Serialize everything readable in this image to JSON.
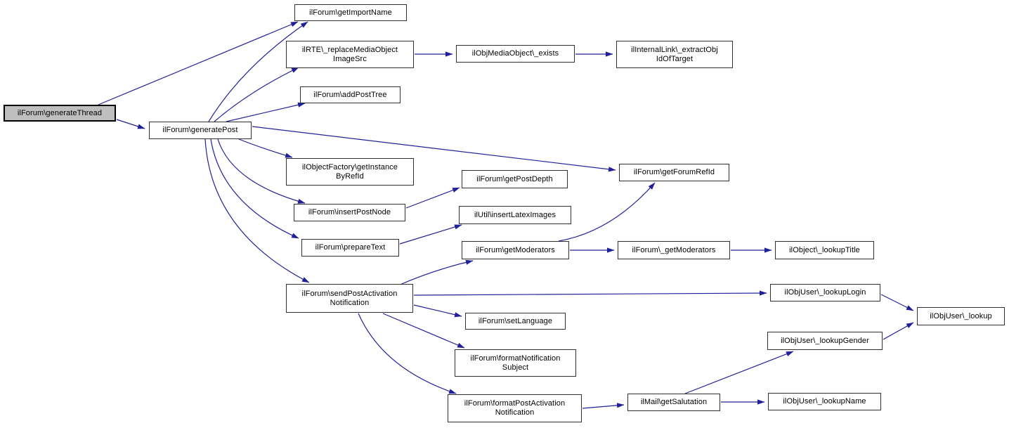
{
  "diagram": {
    "type": "call-graph",
    "highlighted_node": "ilForum\\generateThread",
    "colors": {
      "edge": "#20209a",
      "node_bg": "#ffffff",
      "node_border": "#303030",
      "highlight_bg": "#bfbfbf",
      "highlight_border": "#000000",
      "text": "#000000",
      "background": "#ffffff"
    },
    "nodes": [
      {
        "id": "generateThread",
        "label": "ilForum\\generateThread",
        "highlighted": true
      },
      {
        "id": "getImportName",
        "label": "ilForum\\getImportName",
        "highlighted": false
      },
      {
        "id": "replaceMediaObjectImageSrc",
        "label": "ilRTE\\_replaceMediaObject\nImageSrc",
        "highlighted": false
      },
      {
        "id": "mediaObjectExists",
        "label": "ilObjMediaObject\\_exists",
        "highlighted": false
      },
      {
        "id": "extractObjIdOfTarget",
        "label": "ilInternalLink\\_extractObj\nIdOfTarget",
        "highlighted": false
      },
      {
        "id": "addPostTree",
        "label": "ilForum\\addPostTree",
        "highlighted": false
      },
      {
        "id": "generatePost",
        "label": "ilForum\\generatePost",
        "highlighted": false
      },
      {
        "id": "getInstanceByRefId",
        "label": "ilObjectFactory\\getInstance\nByRefId",
        "highlighted": false
      },
      {
        "id": "getPostDepth",
        "label": "ilForum\\getPostDepth",
        "highlighted": false
      },
      {
        "id": "getForumRefId",
        "label": "ilForum\\getForumRefId",
        "highlighted": false
      },
      {
        "id": "insertPostNode",
        "label": "ilForum\\insertPostNode",
        "highlighted": false
      },
      {
        "id": "insertLatexImages",
        "label": "ilUtil\\insertLatexImages",
        "highlighted": false
      },
      {
        "id": "prepareText",
        "label": "ilForum\\prepareText",
        "highlighted": false
      },
      {
        "id": "getModerators",
        "label": "ilForum\\getModerators",
        "highlighted": false
      },
      {
        "id": "getModeratorsStatic",
        "label": "ilForum\\_getModerators",
        "highlighted": false
      },
      {
        "id": "lookupTitle",
        "label": "ilObject\\_lookupTitle",
        "highlighted": false
      },
      {
        "id": "sendPostActivationNotification",
        "label": "ilForum\\sendPostActivation\nNotification",
        "highlighted": false
      },
      {
        "id": "lookupLogin",
        "label": "ilObjUser\\_lookupLogin",
        "highlighted": false
      },
      {
        "id": "lookup",
        "label": "ilObjUser\\_lookup",
        "highlighted": false
      },
      {
        "id": "setLanguage",
        "label": "ilForum\\setLanguage",
        "highlighted": false
      },
      {
        "id": "formatNotificationSubject",
        "label": "ilForum\\formatNotification\nSubject",
        "highlighted": false
      },
      {
        "id": "lookupGender",
        "label": "ilObjUser\\_lookupGender",
        "highlighted": false
      },
      {
        "id": "formatPostActivationNotification",
        "label": "ilForum\\formatPostActivation\nNotification",
        "highlighted": false
      },
      {
        "id": "getSalutation",
        "label": "ilMail\\getSalutation",
        "highlighted": false
      },
      {
        "id": "lookupName",
        "label": "ilObjUser\\_lookupName",
        "highlighted": false
      }
    ],
    "edges": [
      {
        "from": "generateThread",
        "to": "getImportName"
      },
      {
        "from": "generateThread",
        "to": "generatePost"
      },
      {
        "from": "generatePost",
        "to": "getImportName"
      },
      {
        "from": "generatePost",
        "to": "replaceMediaObjectImageSrc"
      },
      {
        "from": "generatePost",
        "to": "addPostTree"
      },
      {
        "from": "generatePost",
        "to": "getForumRefId"
      },
      {
        "from": "generatePost",
        "to": "getInstanceByRefId"
      },
      {
        "from": "generatePost",
        "to": "insertPostNode"
      },
      {
        "from": "generatePost",
        "to": "prepareText"
      },
      {
        "from": "generatePost",
        "to": "sendPostActivationNotification"
      },
      {
        "from": "replaceMediaObjectImageSrc",
        "to": "mediaObjectExists"
      },
      {
        "from": "mediaObjectExists",
        "to": "extractObjIdOfTarget"
      },
      {
        "from": "insertPostNode",
        "to": "getPostDepth"
      },
      {
        "from": "prepareText",
        "to": "insertLatexImages"
      },
      {
        "from": "sendPostActivationNotification",
        "to": "getModerators"
      },
      {
        "from": "getModerators",
        "to": "getModeratorsStatic"
      },
      {
        "from": "getModeratorsStatic",
        "to": "lookupTitle"
      },
      {
        "from": "getModerators",
        "to": "getForumRefId"
      },
      {
        "from": "sendPostActivationNotification",
        "to": "lookupLogin"
      },
      {
        "from": "sendPostActivationNotification",
        "to": "setLanguage"
      },
      {
        "from": "sendPostActivationNotification",
        "to": "formatNotificationSubject"
      },
      {
        "from": "sendPostActivationNotification",
        "to": "formatPostActivationNotification"
      },
      {
        "from": "formatPostActivationNotification",
        "to": "getSalutation"
      },
      {
        "from": "getSalutation",
        "to": "lookupGender"
      },
      {
        "from": "getSalutation",
        "to": "lookupName"
      },
      {
        "from": "lookupLogin",
        "to": "lookup"
      },
      {
        "from": "lookupGender",
        "to": "lookup"
      }
    ]
  }
}
